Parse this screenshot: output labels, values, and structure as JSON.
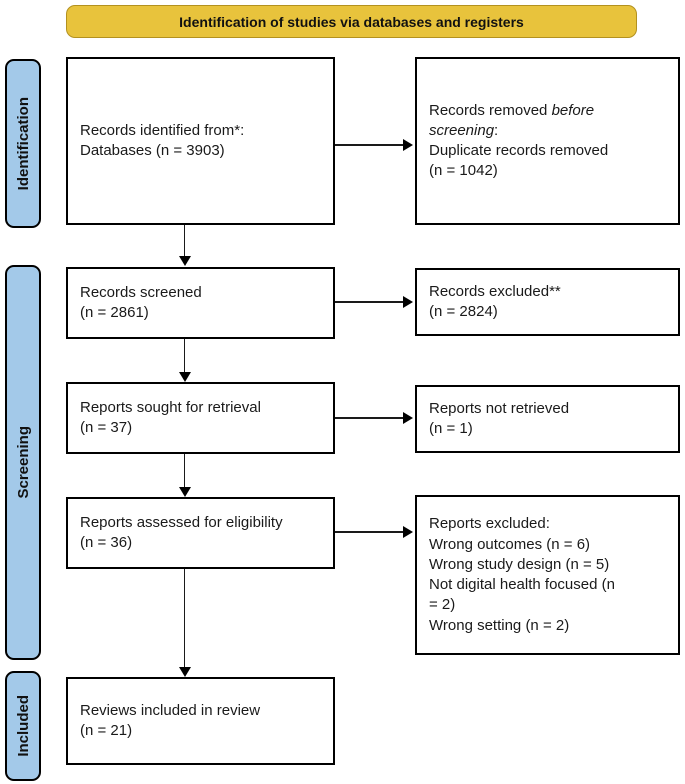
{
  "banner": {
    "label": "Identification of studies via databases and registers"
  },
  "stages": {
    "identification": "Identification",
    "screening": "Screening",
    "included": "Included"
  },
  "colors": {
    "banner_bg": "#E8C33C",
    "banner_border": "#B3911F",
    "stage_bg": "#A3C9E9",
    "box_border": "#000000"
  },
  "boxes": {
    "records_identified": {
      "title": "Records identified from*:",
      "item": "Databases (n = 3903)"
    },
    "records_removed": {
      "text_prefix": "Records removed ",
      "text_italic": "before screening",
      "text_suffix": ":",
      "item": "Duplicate records removed (n = 1042)"
    },
    "records_screened": {
      "line1": "Records screened",
      "line2": "(n = 2861)"
    },
    "records_excluded": {
      "line1": "Records excluded**",
      "line2": "(n = 2824)"
    },
    "reports_sought": {
      "line1": "Reports sought for retrieval",
      "line2": "(n = 37)"
    },
    "reports_not_retrieved": {
      "line1": "Reports not retrieved",
      "line2": "(n = 1)"
    },
    "reports_assessed": {
      "line1": "Reports assessed for eligibility",
      "line2": "(n = 36)"
    },
    "reports_excluded": {
      "title": "Reports excluded:",
      "items": [
        "Wrong outcomes (n = 6)",
        "Wrong study design (n = 5)",
        "Not digital health focused (n = 2)",
        "Wrong setting (n = 2)"
      ]
    },
    "reviews_included": {
      "line1": "Reviews included in review",
      "line2": "(n = 21)"
    }
  }
}
